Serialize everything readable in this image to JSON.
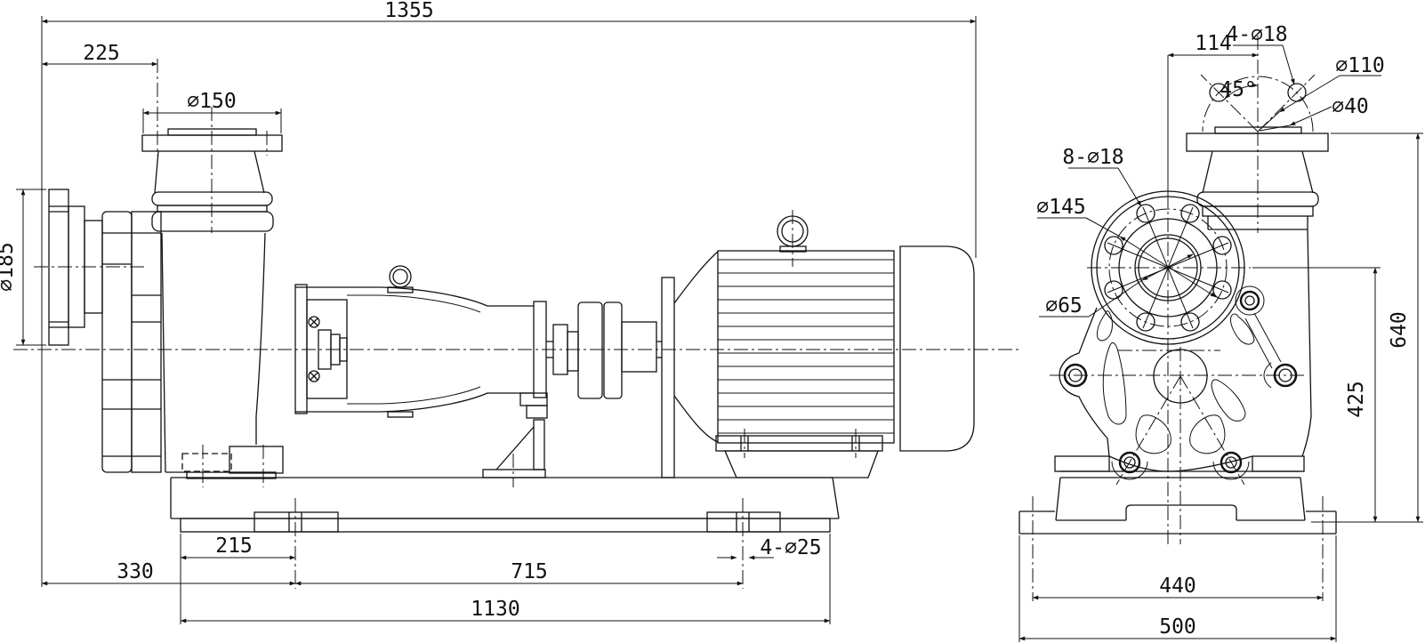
{
  "drawing": {
    "kind": "pump-assembly-engineering-drawing",
    "colors": {
      "line": "#111111",
      "background": "#ffffff"
    },
    "side_view": {
      "dims": {
        "overall_length": "1355",
        "suction_to_discharge": "225",
        "discharge_flange_od": "∅150",
        "suction_flange_od": "∅185",
        "base_edge_to_bolt": "215",
        "suction_face_to_bolt": "330",
        "anchor_bolt_span": "715",
        "baseplate_length": "1130",
        "anchor_holes": "4-∅25"
      }
    },
    "end_view": {
      "dims": {
        "discharge_offset": "114",
        "discharge_bolt_holes": "4-∅18",
        "discharge_bolt_circle": "∅110",
        "discharge_bore": "∅40",
        "discharge_bolt_angle": "45°",
        "suction_bolt_holes": "8-∅18",
        "suction_bolt_circle": "∅145",
        "suction_bore": "∅65",
        "overall_height": "640",
        "suction_axis_height": "425",
        "anchor_bolt_span_end": "440",
        "base_width": "500"
      }
    }
  }
}
